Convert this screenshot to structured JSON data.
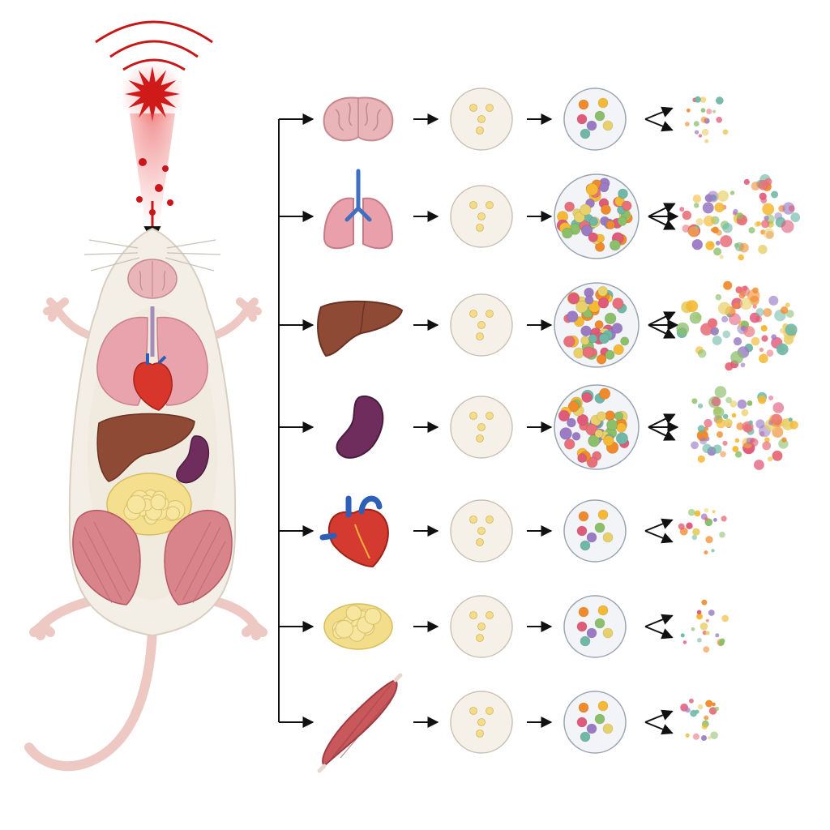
{
  "diagram": {
    "stimulus": {
      "kind": "starburst-with-waves",
      "color": "#cc1111"
    },
    "organs": [
      {
        "id": "brain",
        "icon": "brain-icon",
        "color": "#eab5b8",
        "tissue_density": "low",
        "released": "low"
      },
      {
        "id": "lungs",
        "icon": "lungs-icon",
        "color": "#e9a0ab",
        "tissue_density": "high",
        "released": "high"
      },
      {
        "id": "liver",
        "icon": "liver-icon",
        "color": "#8f4a35",
        "tissue_density": "high",
        "released": "high"
      },
      {
        "id": "spleen",
        "icon": "spleen-icon",
        "color": "#6f2d5e",
        "tissue_density": "high",
        "released": "high"
      },
      {
        "id": "heart",
        "icon": "heart-icon",
        "color": "#d43a2f",
        "tissue_density": "low",
        "released": "low"
      },
      {
        "id": "fat",
        "icon": "fat-icon",
        "color": "#f2dd8a",
        "tissue_density": "low",
        "released": "low"
      },
      {
        "id": "muscle",
        "icon": "muscle-icon",
        "color": "#c9585c",
        "tissue_density": "low",
        "released": "low"
      }
    ],
    "palette": {
      "arrow": "#111111",
      "disc_fill": "#f6f1e8",
      "disc_stroke": "#c9c2b4",
      "particles": [
        "#f08a2b",
        "#f5b935",
        "#e05a7a",
        "#8bbf6a",
        "#9b7cc4",
        "#e8d06a",
        "#6fb7a6",
        "#e8707a"
      ]
    }
  }
}
